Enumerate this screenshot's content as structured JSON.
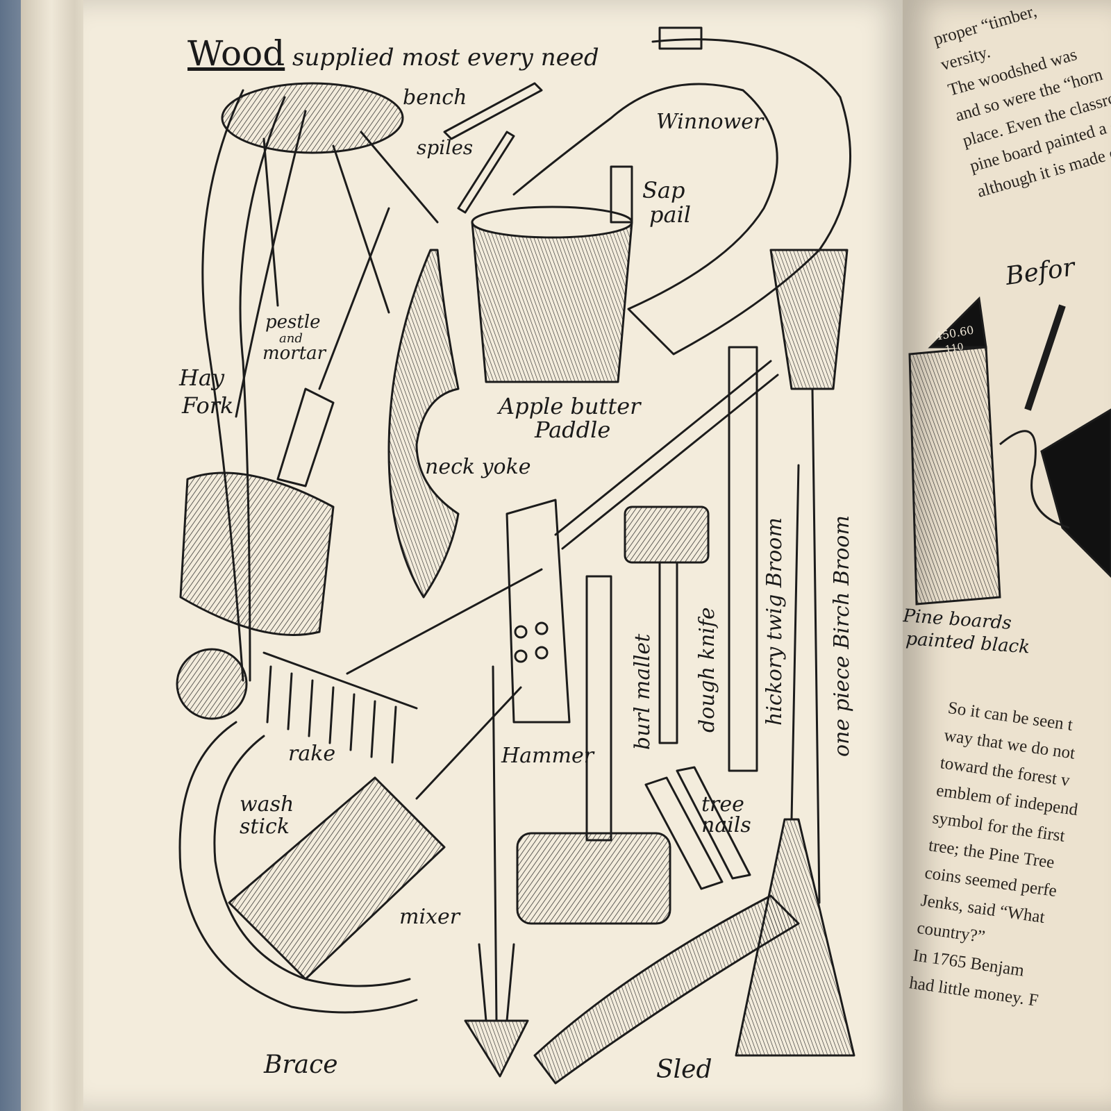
{
  "illustration": {
    "title_word": "Wood",
    "title_rest": "supplied most every need",
    "labels": {
      "bench": "bench",
      "spiles": "spiles",
      "winnower": "Winnower",
      "sap_pail_1": "Sap",
      "sap_pail_2": "pail",
      "pestle_1": "pestle",
      "pestle_2": "and",
      "pestle_3": "mortar",
      "hay_fork_1": "Hay",
      "hay_fork_2": "Fork",
      "apple_butter_1": "Apple butter",
      "apple_butter_2": "Paddle",
      "neck_yoke": "neck yoke",
      "burl_mallet": "burl mallet",
      "dough_knife": "dough knife",
      "hickory_broom": "hickory twig Broom",
      "birch_broom": "one piece Birch Broom",
      "rake": "rake",
      "hammer": "Hammer",
      "wash_stick_1": "wash",
      "wash_stick_2": "stick",
      "tree_nails_1": "tree",
      "tree_nails_2": "nails",
      "mixer": "mixer",
      "brace": "Brace",
      "sled": "Sled"
    }
  },
  "right_page": {
    "top_lines": [
      "proper “timber,",
      "versity.",
      "The woodshed was",
      "and so were the “horn",
      "place. Even the classro",
      "pine board painted a du",
      "although it is made of s"
    ],
    "sketch_labels": {
      "before": "Befor",
      "board_value_1": "450.60",
      "board_value_2": "110",
      "pine_boards_1": "Pine boards",
      "pine_boards_2": "painted black"
    },
    "bottom_lines": [
      "So it can be seen t",
      "way that we do not",
      "toward the forest v",
      "emblem of independ",
      "symbol for the first",
      "tree; the Pine Tree",
      "coins seemed perfe",
      "Jenks, said “What",
      "country?”",
      "In 1765 Benjam",
      "had little money. F"
    ]
  }
}
